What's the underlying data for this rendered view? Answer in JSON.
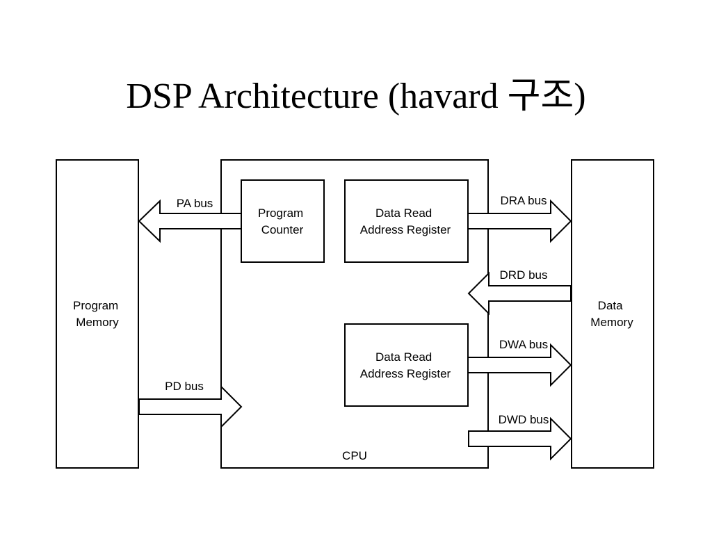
{
  "slide": {
    "title": "DSP Architecture (havard 구조)"
  },
  "blocks": {
    "program_memory": [
      "Program",
      "Memory"
    ],
    "data_memory": [
      "Data",
      "Memory"
    ],
    "cpu": "CPU",
    "program_counter": [
      "Program",
      "Counter"
    ],
    "data_read_address_register_top": [
      "Data Read",
      "Address Register"
    ],
    "data_read_address_register_bottom": [
      "Data Read",
      "Address Register"
    ]
  },
  "buses": {
    "pa": "PA bus",
    "pd": "PD bus",
    "dra": "DRA bus",
    "drd": "DRD bus",
    "dwa": "DWA bus",
    "dwd": "DWD bus"
  }
}
